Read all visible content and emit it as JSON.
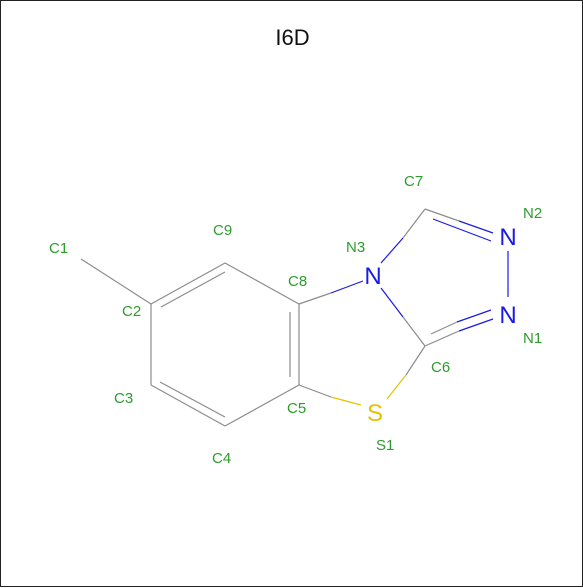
{
  "title": "I6D",
  "labels": {
    "C1": "C1",
    "C2": "C2",
    "C3": "C3",
    "C4": "C4",
    "C5": "C5",
    "C6": "C6",
    "C7": "C7",
    "C8": "C8",
    "C9": "C9",
    "N1": "N1",
    "N2": "N2",
    "N3": "N3",
    "S1": "S1"
  },
  "elements": {
    "N": "N",
    "S": "S"
  },
  "colors": {
    "label": "#2e9b2e",
    "bond_carbon": "#8c8c8c",
    "nitrogen": "#1a1ae6",
    "sulfur": "#e6c200"
  }
}
